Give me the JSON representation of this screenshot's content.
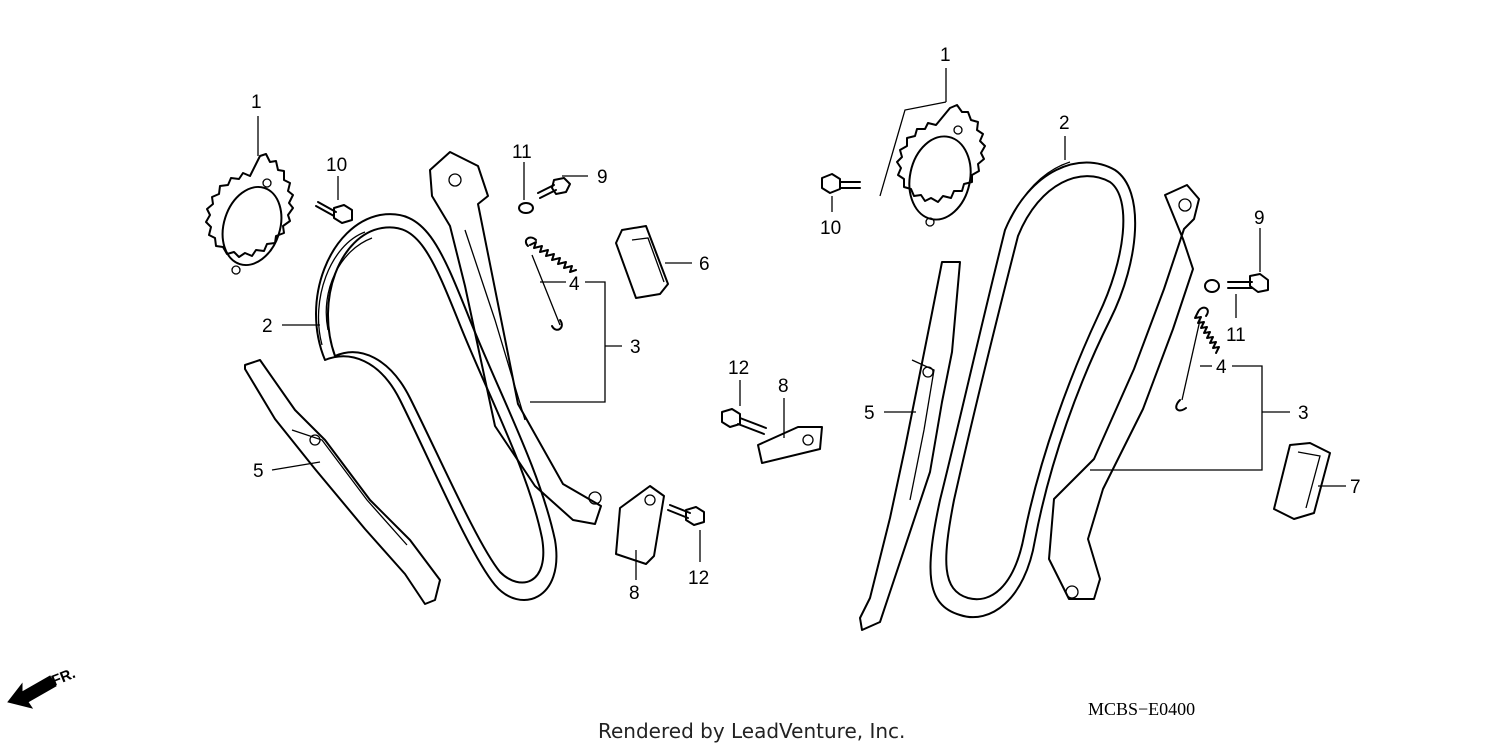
{
  "diagram": {
    "left_assembly": {
      "callouts": [
        {
          "id": "l1",
          "text": "1"
        },
        {
          "id": "l10",
          "text": "10"
        },
        {
          "id": "l2",
          "text": "2"
        },
        {
          "id": "l11",
          "text": "11"
        },
        {
          "id": "l9",
          "text": "9"
        },
        {
          "id": "l6",
          "text": "6"
        },
        {
          "id": "l4",
          "text": "4"
        },
        {
          "id": "l3",
          "text": "3"
        },
        {
          "id": "l5",
          "text": "5"
        }
      ]
    },
    "center_parts": {
      "callouts": [
        {
          "id": "c12a",
          "text": "12"
        },
        {
          "id": "c8a",
          "text": "8"
        },
        {
          "id": "c8b",
          "text": "8"
        },
        {
          "id": "c12b",
          "text": "12"
        }
      ]
    },
    "right_assembly": {
      "callouts": [
        {
          "id": "r1",
          "text": "1"
        },
        {
          "id": "r2",
          "text": "2"
        },
        {
          "id": "r10",
          "text": "10"
        },
        {
          "id": "r9",
          "text": "9"
        },
        {
          "id": "r11",
          "text": "11"
        },
        {
          "id": "r4",
          "text": "4"
        },
        {
          "id": "r3",
          "text": "3"
        },
        {
          "id": "r5",
          "text": "5"
        },
        {
          "id": "r7",
          "text": "7"
        }
      ]
    },
    "direction_label": "FR.",
    "diagram_code": "MCBS−E0400",
    "credit": "Rendered by LeadVenture, Inc."
  }
}
